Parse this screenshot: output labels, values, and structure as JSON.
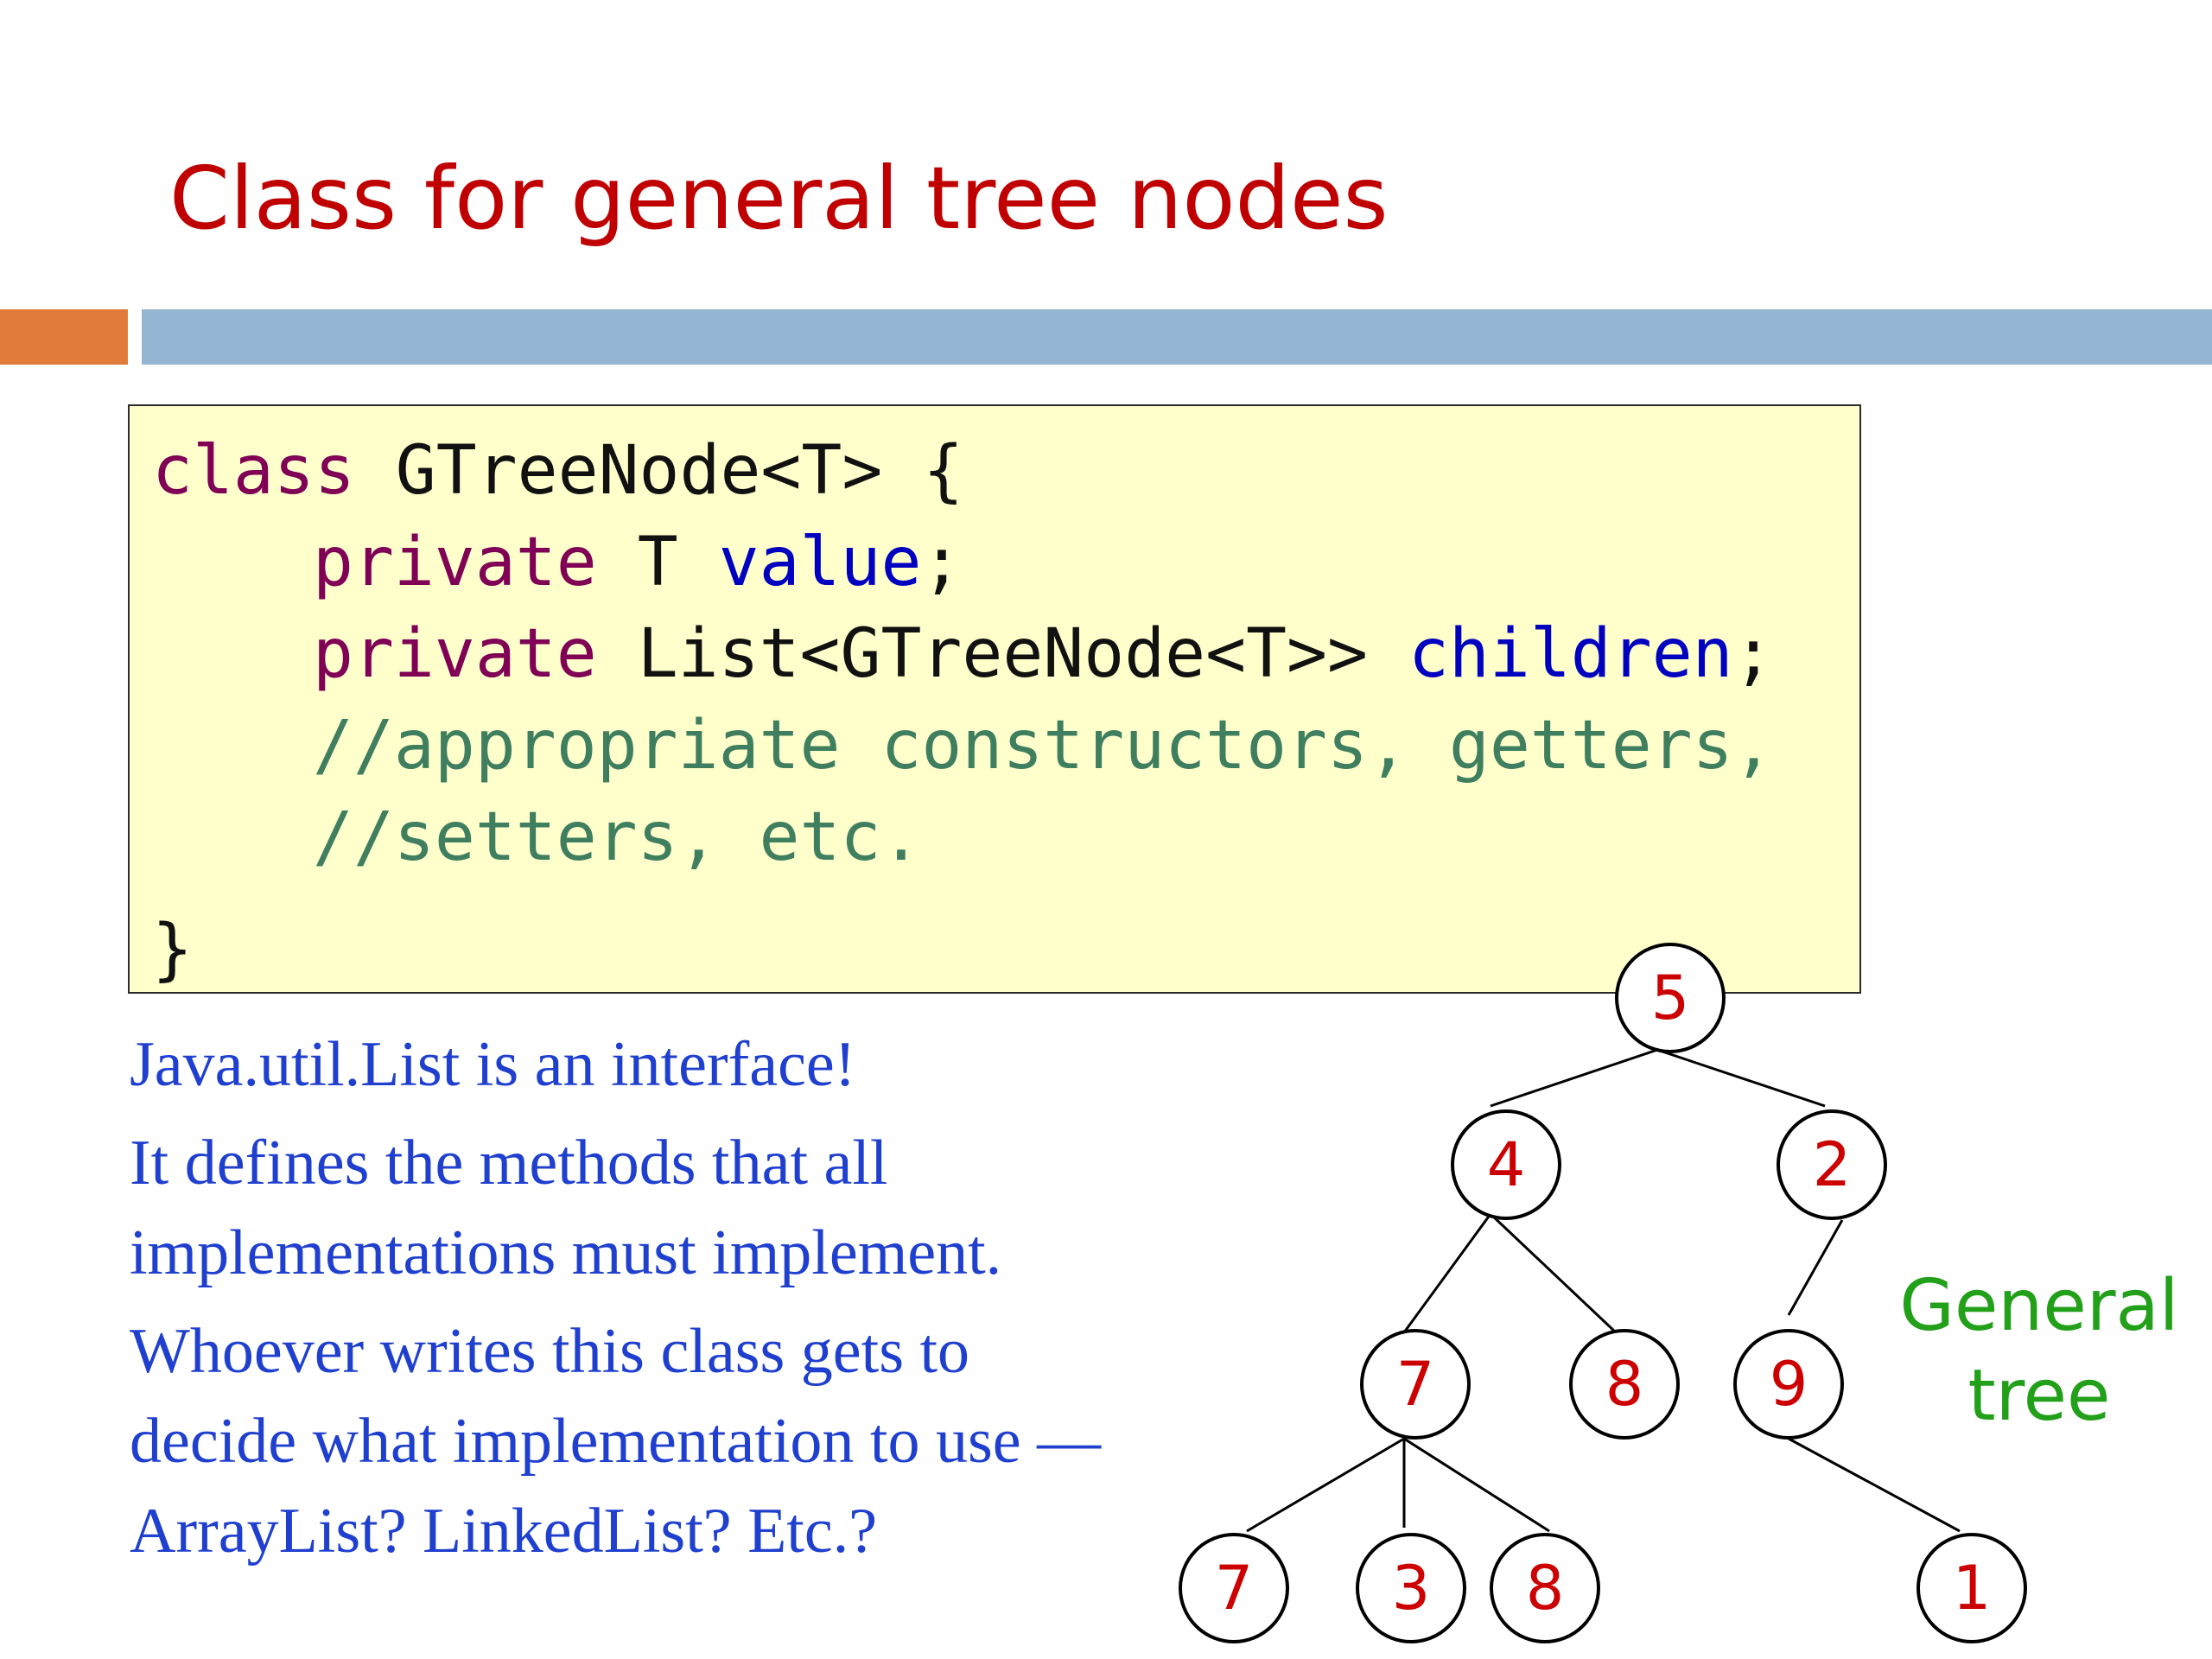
{
  "slide": {
    "title": "Class for general tree nodes"
  },
  "code": {
    "line1": {
      "keyword": "class",
      "rest": " GTreeNode<T> {"
    },
    "line2": {
      "keyword": "private",
      "type": " T ",
      "field": "value",
      "end": ";"
    },
    "line3": {
      "keyword": "private",
      "type": " List<GTreeNode<T>> ",
      "field": "children",
      "end": ";"
    },
    "line4": {
      "comment": "//appropriate constructors, getters,"
    },
    "line5": {
      "comment": "//setters, etc."
    },
    "line6": {
      "text": "}"
    }
  },
  "notes": {
    "line1": "Java.util.List is an interface!",
    "line2": "It defines the methods that all",
    "line3": "implementations must implement.",
    "line4": "Whoever writes this class gets to",
    "line5": "decide what implementation to use —",
    "line6": "ArrayList? LinkedList? Etc.?"
  },
  "tree": {
    "label_line1": "General",
    "label_line2": "tree",
    "nodes": [
      "5",
      "4",
      "2",
      "7",
      "8",
      "9",
      "7",
      "3",
      "8",
      "1"
    ],
    "edges": [
      [
        "5",
        "4"
      ],
      [
        "5",
        "2"
      ],
      [
        "4",
        "7"
      ],
      [
        "4",
        "8"
      ],
      [
        "2",
        "9"
      ],
      [
        "7",
        "7"
      ],
      [
        "7",
        "3"
      ],
      [
        "7",
        "8"
      ],
      [
        "9",
        "1"
      ]
    ]
  },
  "colors": {
    "title": "#c00000",
    "accent_orange": "#e07b39",
    "accent_blue": "#94b6d2",
    "code_background": "#ffffcc",
    "keyword": "#7f0055",
    "field": "#0000c0",
    "comment": "#3f7f5f",
    "notes_text": "#1f3fcf",
    "node_label": "#cc0000",
    "tree_label": "#22a01a"
  }
}
